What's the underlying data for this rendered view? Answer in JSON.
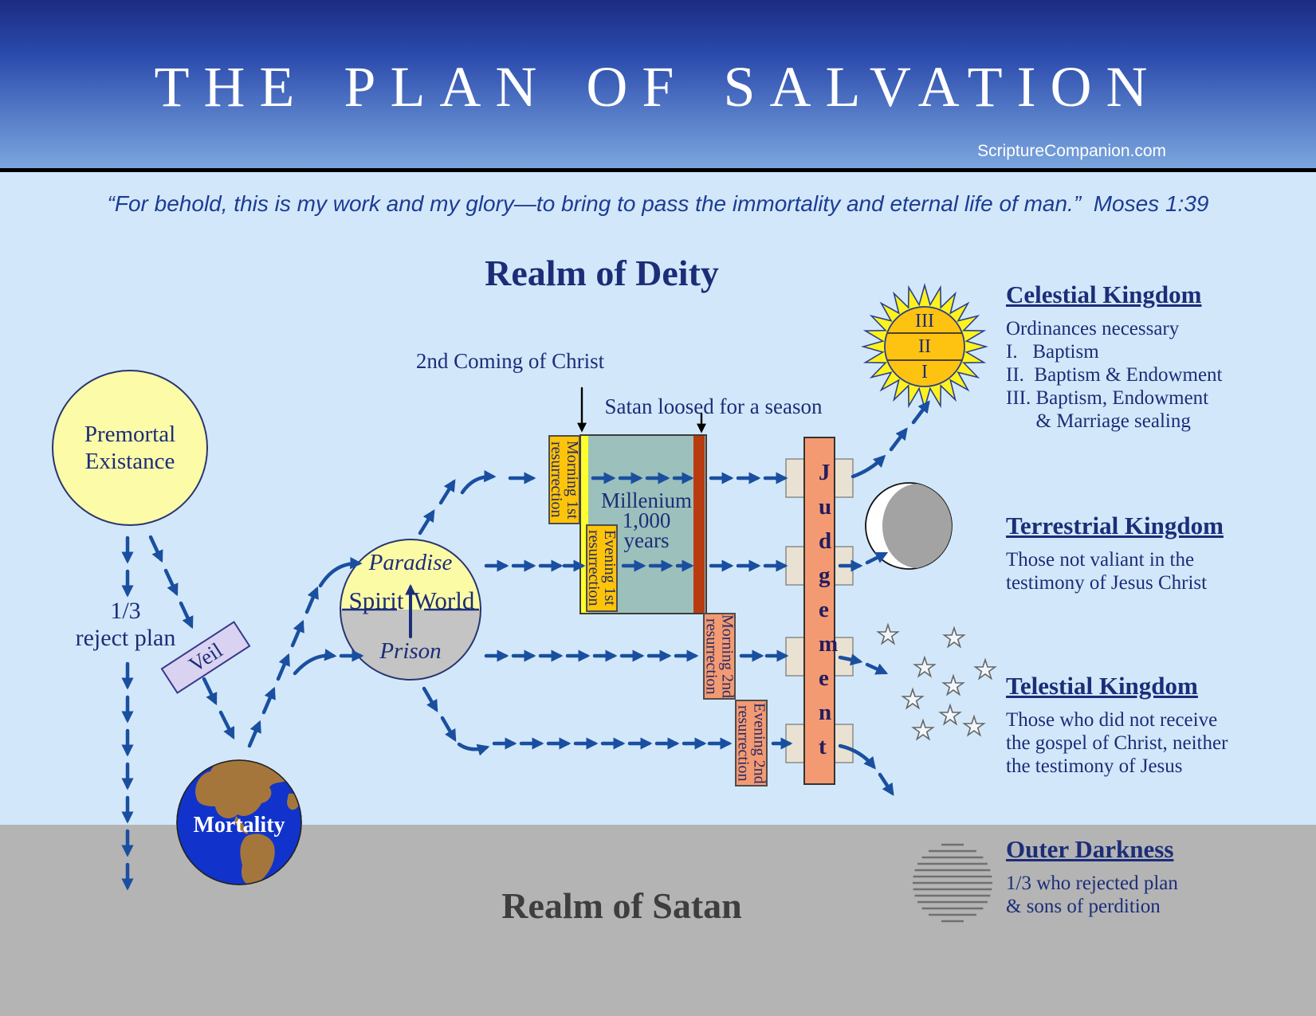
{
  "header": {
    "title": "THE PLAN OF SALVATION",
    "site": "ScriptureCompanion.com"
  },
  "quote": "“For behold, this is my work and my glory—to bring to pass the immortality and eternal life of man.”  Moses 1:39",
  "realms": {
    "deity": "Realm of Deity",
    "satan": "Realm of Satan"
  },
  "nodes": {
    "premortal": "Premortal\nExistance",
    "one_third": "1/3\nreject plan",
    "veil": "Veil",
    "mortality": "Mortality",
    "spirit_world": {
      "paradise": "Paradise",
      "spirit": "Spirit",
      "world": "World",
      "prison": "Prison"
    },
    "second_coming": "2nd Coming of Christ",
    "satan_loosed": "Satan loosed for a season",
    "millennium": {
      "line1": "Millenium",
      "line2": "1,000",
      "line3": "years"
    },
    "resurrections": {
      "morning1": "Morning 1st\nresurrection",
      "evening1": "Evening 1st\nresurrection",
      "morning2": "Morning 2nd\nresurrection",
      "evening2": "Evening 2nd\nresurrection"
    },
    "judgement": "Judgement",
    "sun_levels": {
      "top": "III",
      "middle": "II",
      "bottom": "I"
    }
  },
  "kingdoms": {
    "celestial": {
      "title": "Celestial Kingdom",
      "lines": [
        "Ordinances necessary",
        "I.   Baptism",
        "II.  Baptism & Endowment",
        "III. Baptism, Endowment",
        "      & Marriage sealing"
      ]
    },
    "terrestrial": {
      "title": "Terrestrial Kingdom",
      "lines": [
        "Those not valiant in the",
        "testimony of Jesus Christ"
      ]
    },
    "telestial": {
      "title": "Telestial Kingdom",
      "lines": [
        "Those who did not receive",
        "the gospel of Christ, neither",
        "the testimony of Jesus"
      ]
    },
    "outer_darkness": {
      "title": "Outer Darkness",
      "lines": [
        "1/3 who rejected plan",
        "& sons of perdition"
      ]
    }
  },
  "colors": {
    "arrow_blue": "#1a4fa0",
    "navy_text": "#1c2d78",
    "background": "#d2e8fa",
    "header_top": "#1c2c82",
    "header_bottom": "#7ba6de",
    "gray_band": "#b4b4b4",
    "millennium_fill": "#9cc0bb",
    "second_coming_stripe": "#ffff2e",
    "satan_loosed_stripe": "#b93b10",
    "gold_box": "#fdc40a",
    "salmon_box": "#f49a72",
    "sun_spikes": "#fff21c",
    "sun_disc": "#fec310",
    "earth_sea": "#1133cb",
    "earth_land": "#a5763c"
  }
}
